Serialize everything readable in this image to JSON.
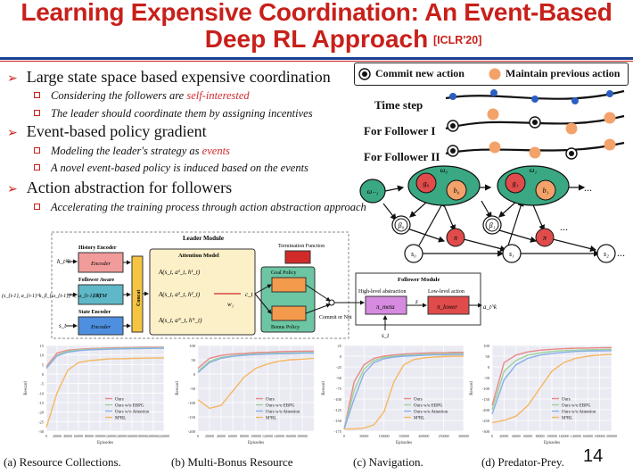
{
  "header": {
    "title_line1": "Learning Expensive Coordination: An Event-Based",
    "title_line2": "Deep RL Approach",
    "venue": "[ICLR'20]"
  },
  "bullets": [
    {
      "text": "Large state space based expensive coordination",
      "subs": [
        {
          "prefix": "Considering the followers are ",
          "highlight": "self-interested",
          "suffix": ""
        },
        {
          "prefix": "The leader should coordinate them by assigning incentives",
          "highlight": "",
          "suffix": ""
        }
      ]
    },
    {
      "text": "Event-based policy gradient",
      "subs": [
        {
          "prefix": "Modeling the leader's strategy as ",
          "highlight": "events",
          "suffix": ""
        },
        {
          "prefix": "A novel event-based policy is induced based on the events",
          "highlight": "",
          "suffix": ""
        }
      ]
    },
    {
      "text": "Action abstraction for followers",
      "subs": [
        {
          "prefix": "Accelerating the training process through action abstraction approach",
          "highlight": "",
          "suffix": ""
        }
      ]
    }
  ],
  "timeline": {
    "legend_commit": "Commit new action",
    "legend_maintain": "Maintain previous action",
    "row_time": "Time step",
    "row_f1": "For Follower I",
    "row_f2": "For Follower II"
  },
  "graph": {
    "omega_prev": "ω₋₁",
    "omega0": "ω₀",
    "omega1": "ω₁",
    "g0": "g₀",
    "g1": "g₁",
    "b0": "b₀",
    "b1": "b₁",
    "beta0": "β₀",
    "beta1": "β₁",
    "pi": "π",
    "s0": "s₀",
    "s1": "s₁",
    "s2": "s₂",
    "dots": "..."
  },
  "leader_module": {
    "title": "Leader Module",
    "history_encoder": "History Encoder",
    "follower_aware": "Follower Aware",
    "state_encoder": "State Encoder",
    "encoder": "Encoder",
    "lstm": "LSTM",
    "concat": "Concat",
    "attention_model": "Attention Model",
    "termination_function": "Termination Function",
    "goal_policy": "Goal Policy",
    "bonus_policy": "Bonus Policy",
    "commit": "Commit or Not",
    "history_input": "h_t^k",
    "state_input": "s_t",
    "follower_input": "(s_{t-1}, a_{t-1}^k, β_{ω_{t-1}}^k, ω_{t-1}^k)"
  },
  "follower_module": {
    "title": "Follower Module",
    "high_level": "High-level abstraction",
    "low_level": "Low-level action",
    "meta": "π_meta",
    "lower": "π_lower",
    "z": "z",
    "output": "a_t^k",
    "state": "s_t"
  },
  "colors": {
    "title_red": "#c8201a",
    "navy": "#1d3f93",
    "teal": "#3aa882",
    "orange": "#f3a26a",
    "red_node": "#e04b4b"
  },
  "chart_data": [
    {
      "type": "line",
      "caption": "(a) Resource Collections.",
      "ylabel": "Reward",
      "xlabel": "Episodes",
      "xticks": [
        "0",
        "20000",
        "40000",
        "60000",
        "80000",
        "100000",
        "120000",
        "140000",
        "160000",
        "180000",
        "200000",
        "220000"
      ],
      "yticks": [
        "-30",
        "-25",
        "-20",
        "-15",
        "-10",
        "-5",
        "0",
        "5",
        "10",
        "15"
      ],
      "xlim": [
        0,
        220000
      ],
      "ylim": [
        -30,
        15
      ],
      "x": [
        0,
        20000,
        40000,
        60000,
        80000,
        100000,
        120000,
        140000,
        160000,
        180000,
        200000,
        220000
      ],
      "series": [
        {
          "name": "Ours",
          "color": "#e98888",
          "values": [
            4,
            11,
            12.5,
            13,
            13.3,
            13.5,
            13.7,
            13.8,
            13.9,
            14,
            14,
            14
          ]
        },
        {
          "name": "Ours w/o EBPG",
          "color": "#9fd49a",
          "values": [
            3,
            10,
            12,
            12.6,
            13,
            13.2,
            13.3,
            13.5,
            13.6,
            13.7,
            13.7,
            13.8
          ]
        },
        {
          "name": "Ours w/o Attention",
          "color": "#88aee8",
          "values": [
            3,
            9.5,
            11.5,
            12.3,
            12.7,
            12.9,
            13.1,
            13.2,
            13.3,
            13.4,
            13.5,
            13.5
          ]
        },
        {
          "name": "M³RL",
          "color": "#f5b760",
          "values": [
            -28,
            -10,
            2,
            6,
            7,
            7.5,
            8,
            8,
            8.2,
            8.3,
            8.4,
            8.5
          ]
        }
      ]
    },
    {
      "type": "line",
      "caption": "(b) Multi-Bonus Resource",
      "ylabel": "Reward",
      "xlabel": "Episodes",
      "xticks": [
        "0",
        "20000",
        "40000",
        "60000",
        "80000",
        "100000",
        "120000",
        "140000",
        "160000",
        "180000"
      ],
      "yticks": [
        "-200",
        "-150",
        "-100",
        "-50",
        "0",
        "50",
        "100"
      ],
      "xlim": [
        0,
        200000
      ],
      "ylim": [
        -200,
        100
      ],
      "x": [
        0,
        20000,
        40000,
        60000,
        80000,
        100000,
        120000,
        140000,
        160000,
        180000,
        200000
      ],
      "series": [
        {
          "name": "Ours",
          "color": "#e98888",
          "values": [
            20,
            55,
            65,
            70,
            72,
            75,
            76,
            78,
            79,
            80,
            80
          ]
        },
        {
          "name": "Ours w/o EBPG",
          "color": "#9fd49a",
          "values": [
            10,
            45,
            58,
            64,
            68,
            70,
            72,
            73,
            74,
            75,
            75
          ]
        },
        {
          "name": "Ours w/o Attention",
          "color": "#88aee8",
          "values": [
            5,
            40,
            55,
            62,
            66,
            68,
            70,
            71,
            72,
            73,
            73
          ]
        },
        {
          "name": "M³RL",
          "color": "#f5b760",
          "values": [
            -90,
            -120,
            -110,
            -60,
            -10,
            20,
            35,
            45,
            50,
            52,
            55
          ]
        }
      ]
    },
    {
      "type": "line",
      "caption": "(c) Navigation.",
      "ylabel": "Reward",
      "xlabel": "Episodes",
      "xticks": [
        "0",
        "50000",
        "100000",
        "150000",
        "200000",
        "250000",
        "300000"
      ],
      "yticks": [
        "-175",
        "-150",
        "-125",
        "-100",
        "-75",
        "-50",
        "-25",
        "0",
        "25"
      ],
      "xlim": [
        0,
        300000
      ],
      "ylim": [
        -175,
        25
      ],
      "x": [
        0,
        25000,
        50000,
        75000,
        100000,
        125000,
        150000,
        175000,
        200000,
        225000,
        250000,
        275000,
        300000
      ],
      "series": [
        {
          "name": "Ours",
          "color": "#e98888",
          "values": [
            -170,
            -60,
            -20,
            -5,
            0,
            3,
            5,
            6,
            7,
            8,
            8,
            9,
            9
          ]
        },
        {
          "name": "Ours w/o EBPG",
          "color": "#9fd49a",
          "values": [
            -170,
            -80,
            -30,
            -10,
            -3,
            0,
            2,
            3,
            4,
            5,
            5,
            6,
            6
          ]
        },
        {
          "name": "Ours w/o Attention",
          "color": "#88aee8",
          "values": [
            -170,
            -100,
            -40,
            -15,
            -6,
            -2,
            0,
            1,
            2,
            3,
            3,
            4,
            4
          ]
        },
        {
          "name": "M³RL",
          "color": "#f5b760",
          "values": [
            -170,
            -170,
            -168,
            -160,
            -130,
            -60,
            -20,
            -8,
            -4,
            -2,
            -1,
            0,
            0
          ]
        }
      ]
    },
    {
      "type": "line",
      "caption": "(d) Predator-Prey.",
      "ylabel": "Reward",
      "xlabel": "Episodes",
      "xticks": [
        "0",
        "20000",
        "40000",
        "60000",
        "80000",
        "100000",
        "120000",
        "140000",
        "160000",
        "180000",
        "200000"
      ],
      "yticks": [
        "-300",
        "-250",
        "-200",
        "-150",
        "-100",
        "-50",
        "0",
        "50",
        "100"
      ],
      "xlim": [
        0,
        200000
      ],
      "ylim": [
        -300,
        100
      ],
      "x": [
        0,
        20000,
        40000,
        60000,
        80000,
        100000,
        120000,
        140000,
        160000,
        180000,
        200000
      ],
      "series": [
        {
          "name": "Ours",
          "color": "#e98888",
          "values": [
            -180,
            20,
            55,
            70,
            78,
            82,
            85,
            87,
            88,
            89,
            90
          ]
        },
        {
          "name": "Ours w/o EBPG",
          "color": "#9fd49a",
          "values": [
            -200,
            -20,
            30,
            55,
            65,
            72,
            76,
            78,
            80,
            81,
            82
          ]
        },
        {
          "name": "Ours w/o Attention",
          "color": "#88aee8",
          "values": [
            -220,
            -60,
            10,
            40,
            55,
            63,
            68,
            72,
            74,
            75,
            76
          ]
        },
        {
          "name": "M³RL",
          "color": "#f5b760",
          "values": [
            -260,
            -250,
            -230,
            -180,
            -100,
            -20,
            20,
            40,
            50,
            55,
            58
          ]
        }
      ]
    }
  ],
  "page_number": "14"
}
